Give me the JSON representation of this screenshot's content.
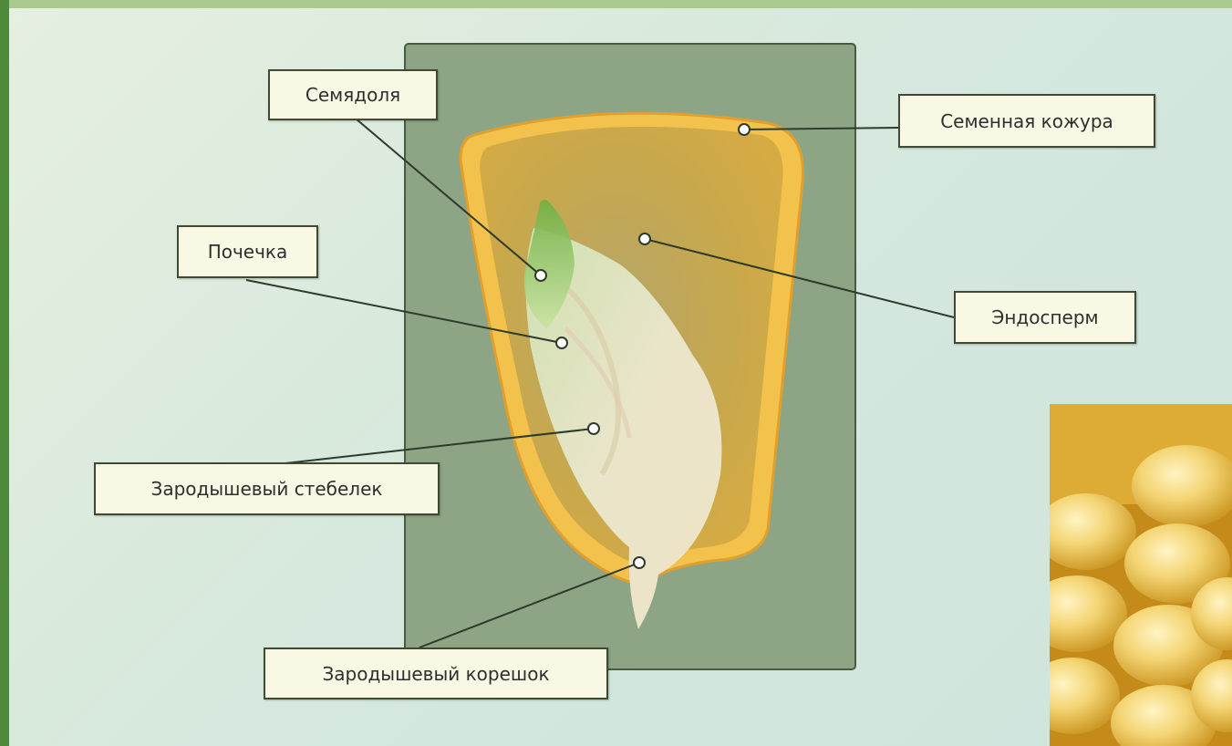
{
  "labels": {
    "cotyledon": "Семядоля",
    "seed_coat": "Семенная кожура",
    "bud": "Почечка",
    "endosperm": "Эндосперм",
    "stem": "Зародышевый стебелек",
    "root": "Зародышевый корешок"
  },
  "colors": {
    "panel": "#8aa383",
    "panel_border": "#4a5a42",
    "seed_coat": "#f2c64e",
    "endosperm": "#c5a64e",
    "embryo": "#e6e4c5",
    "sprout": "#9fce63",
    "pointer": "#2e3a2a"
  },
  "corn_photo": {
    "icon": "corn-kernels-photo"
  }
}
